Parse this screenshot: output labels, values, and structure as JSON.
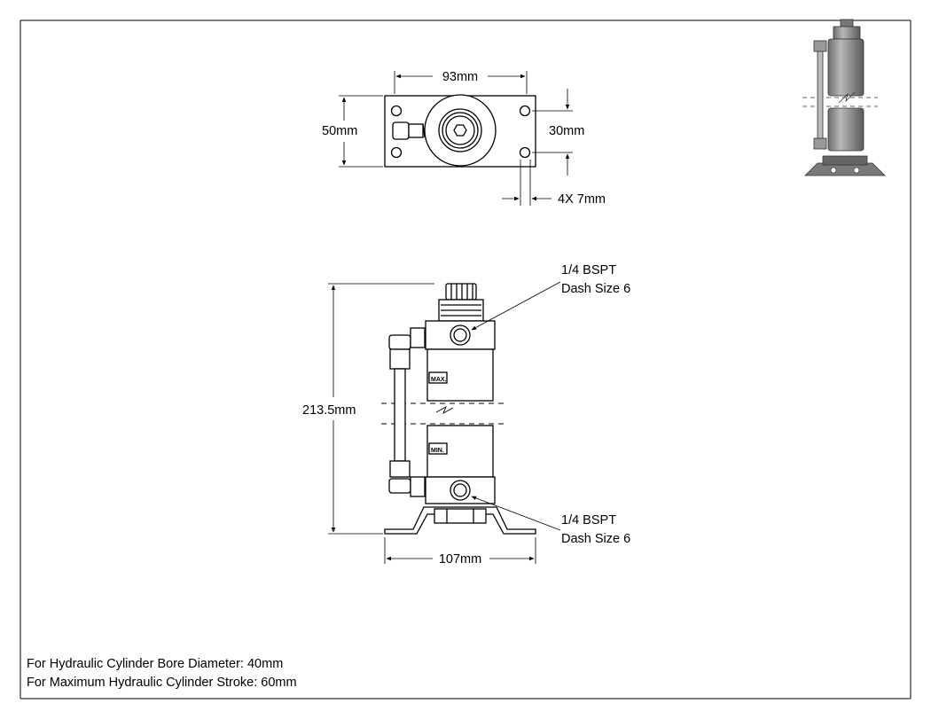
{
  "top_view": {
    "width_dim": "93mm",
    "height_dim": "50mm",
    "hole_spacing_dim": "30mm",
    "hole_dim": "4X 7mm"
  },
  "side_view": {
    "height_dim": "213.5mm",
    "base_width_dim": "107mm",
    "max_label": "MAX.",
    "min_label": "MIN."
  },
  "port_top": {
    "line1": "1/4 BSPT",
    "line2": "Dash Size 6"
  },
  "port_bottom": {
    "line1": "1/4 BSPT",
    "line2": "Dash Size 6"
  },
  "notes": {
    "bore": "For Hydraulic Cylinder Bore Diameter: 40mm",
    "stroke": "For Maximum Hydraulic Cylinder Stroke: 60mm"
  },
  "colors": {
    "line": "#000000",
    "cylinder_fill": "#8a8a8a",
    "dim_line": "#444444"
  }
}
